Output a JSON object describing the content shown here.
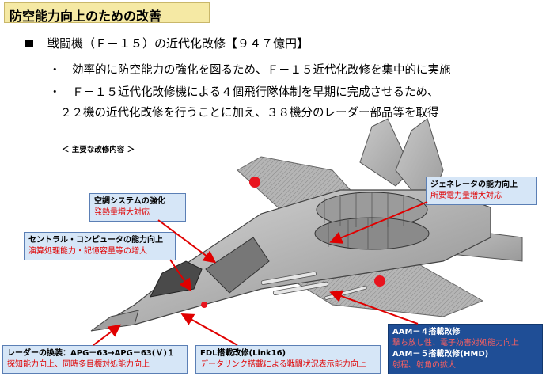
{
  "title": "防空能力向上のための改善",
  "heading": "戦闘機（Ｆ－１５）の近代化改修【９４７億円】",
  "bullets": [
    "・　効率的に防空能力の強化を図るため、Ｆ－１５近代化改修を集中的に実施",
    "・　Ｆ－１５近代化改修機による４個飛行隊体制を早期に完成させるため、",
    "２２機の近代化改修を行うことに加え、３８機分のレーダー部品等を取得"
  ],
  "caption": "＜ 主要な改修内容 ＞",
  "callouts": {
    "aircon": {
      "head": "空調システムの強化",
      "sub": "発熱量増大対応"
    },
    "generator": {
      "head": "ジェネレータの能力向上",
      "sub": "所要電力量増大対応"
    },
    "computer": {
      "head": "セントラル・コンピュータの能力向上",
      "sub": "演算処理能力・記憶容量等の増大"
    },
    "aam": {
      "head": "AAM－４搭載改修",
      "sub": "撃ち放し性、電子妨害対処能力向上",
      "head2": "AAM－５搭載改修(HMD)",
      "sub2": "射程、射角の拡大"
    },
    "radar": {
      "head": "レーダーの換装：APG－63→APG－63(Ｖ)１",
      "sub": "探知能力向上、同時多目標対処能力向上"
    },
    "fdl": {
      "head": "FDL搭載改修(Link16)",
      "sub": "データリンク搭載による戦闘状況表示能力向上"
    }
  },
  "colors": {
    "title_bg": "#f5e9a4",
    "callout_bg": "#d6e6f7",
    "callout_dark": "#1f4e96",
    "accent_red": "#e00000",
    "roundel": "#e8141e"
  }
}
